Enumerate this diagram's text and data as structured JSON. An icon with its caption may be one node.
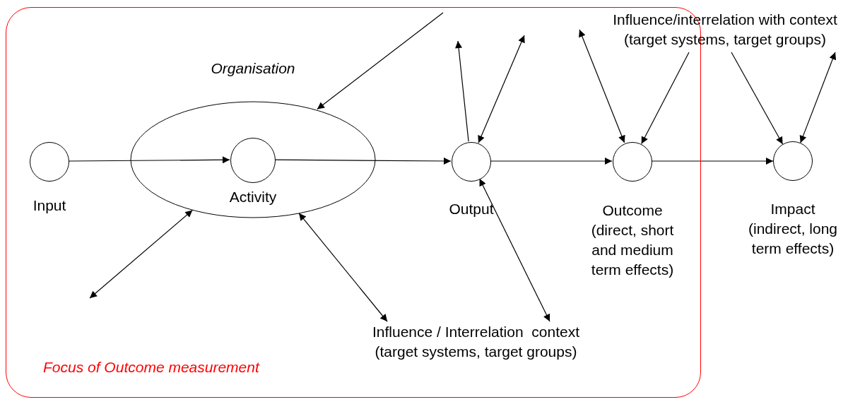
{
  "diagram": {
    "nodes": [
      {
        "text": [
          "Focus of Outcome measurement"
        ]
      },
      {
        "text": [
          "Organisation"
        ],
        "in": 0
      },
      {
        "text": [],
        "shape": "circle",
        "beside": [
          "Input"
        ],
        "in": 0
      },
      {
        "text": [],
        "shape": "circle",
        "beside": [
          "Activity"
        ],
        "in": 1
      },
      {
        "text": [],
        "shape": "circle",
        "beside": [
          "Output"
        ],
        "in": 0
      },
      {
        "text": [],
        "shape": "circle",
        "beside": [
          "Outcome",
          "(direct, short and medium term effects)"
        ],
        "in": 0
      },
      {
        "text": [],
        "shape": "circle",
        "beside": [
          "Impact",
          "(indirect, long term effects)"
        ]
      },
      {
        "text": [
          "Influence / Interrelation  context (target systems, target groups)"
        ],
        "in": 0
      },
      {
        "text": [
          "Influence/interrelation with context (target systems, target groups)"
        ]
      }
    ],
    "edges": [
      {
        "from": 2,
        "to": 3,
        "arrow": "to"
      },
      {
        "from": 3,
        "to": 4,
        "arrow": "to"
      },
      {
        "from": 4,
        "to": 5,
        "arrow": "to"
      },
      {
        "from": 5,
        "to": 6,
        "arrow": "to"
      },
      {
        "from": null,
        "to": 1,
        "arrow": "to"
      },
      {
        "from": 4,
        "to": null,
        "arrow": "to"
      },
      {
        "from": 4,
        "to": null,
        "arrow": "both"
      },
      {
        "from": 4,
        "to": 7,
        "arrow": "both"
      },
      {
        "from": 1,
        "to": null,
        "arrow": "both"
      },
      {
        "from": 1,
        "to": 7,
        "arrow": "both"
      },
      {
        "from": 5,
        "to": null,
        "arrow": "both"
      },
      {
        "from": 8,
        "to": 5,
        "arrow": "to"
      },
      {
        "from": 8,
        "to": 6,
        "arrow": "to"
      },
      {
        "from": 6,
        "to": 8,
        "arrow": "both"
      }
    ]
  }
}
